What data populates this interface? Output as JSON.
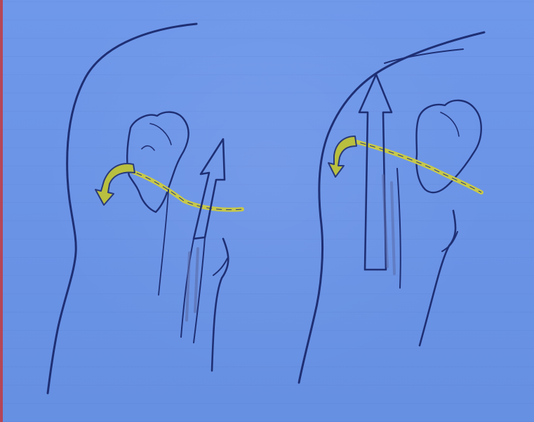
{
  "figure": {
    "panels": [
      {
        "id": "left",
        "view": "shoulder-sketch"
      },
      {
        "id": "right",
        "view": "shoulder-sketch"
      }
    ],
    "colors": {
      "background": "#6c95e8",
      "ink": "#1f2f74",
      "arrow_fill": "#b9bf3e",
      "arrow_stroke": "#2a3a7a",
      "band": "#c7c84a",
      "border_left": "#c2383e"
    }
  }
}
